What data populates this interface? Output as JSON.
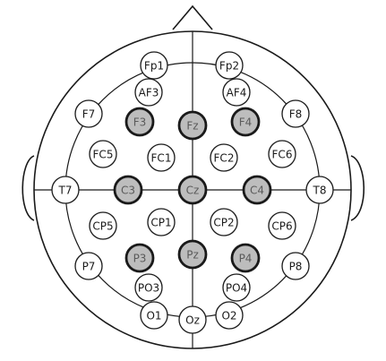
{
  "diagram": {
    "type": "eeg-10-20-montage",
    "colors": {
      "line": "#1a1a1a",
      "electrode_fill": "#ffffff",
      "highlight_fill": "#bdbdbd",
      "highlight_text": "#5a5a5a"
    },
    "electrodes": [
      {
        "id": "Fp1",
        "label": "Fp1",
        "highlight": false
      },
      {
        "id": "Fp2",
        "label": "Fp2",
        "highlight": false
      },
      {
        "id": "AF3",
        "label": "AF3",
        "highlight": false
      },
      {
        "id": "AF4",
        "label": "AF4",
        "highlight": false
      },
      {
        "id": "F7",
        "label": "F7",
        "highlight": false
      },
      {
        "id": "F3",
        "label": "F3",
        "highlight": true
      },
      {
        "id": "Fz",
        "label": "Fz",
        "highlight": true
      },
      {
        "id": "F4",
        "label": "F4",
        "highlight": true
      },
      {
        "id": "F8",
        "label": "F8",
        "highlight": false
      },
      {
        "id": "FC5",
        "label": "FC5",
        "highlight": false
      },
      {
        "id": "FC1",
        "label": "FC1",
        "highlight": false
      },
      {
        "id": "FC2",
        "label": "FC2",
        "highlight": false
      },
      {
        "id": "FC6",
        "label": "FC6",
        "highlight": false
      },
      {
        "id": "T7",
        "label": "T7",
        "highlight": false
      },
      {
        "id": "C3",
        "label": "C3",
        "highlight": true
      },
      {
        "id": "Cz",
        "label": "Cz",
        "highlight": true
      },
      {
        "id": "C4",
        "label": "C4",
        "highlight": true
      },
      {
        "id": "T8",
        "label": "T8",
        "highlight": false
      },
      {
        "id": "CP5",
        "label": "CP5",
        "highlight": false
      },
      {
        "id": "CP1",
        "label": "CP1",
        "highlight": false
      },
      {
        "id": "CP2",
        "label": "CP2",
        "highlight": false
      },
      {
        "id": "CP6",
        "label": "CP6",
        "highlight": false
      },
      {
        "id": "P7",
        "label": "P7",
        "highlight": false
      },
      {
        "id": "P3",
        "label": "P3",
        "highlight": true
      },
      {
        "id": "Pz",
        "label": "Pz",
        "highlight": true
      },
      {
        "id": "P4",
        "label": "P4",
        "highlight": true
      },
      {
        "id": "P8",
        "label": "P8",
        "highlight": false
      },
      {
        "id": "PO3",
        "label": "PO3",
        "highlight": false
      },
      {
        "id": "PO4",
        "label": "PO4",
        "highlight": false
      },
      {
        "id": "O1",
        "label": "O1",
        "highlight": false
      },
      {
        "id": "Oz",
        "label": "Oz",
        "highlight": false
      },
      {
        "id": "O2",
        "label": "O2",
        "highlight": false
      }
    ]
  }
}
